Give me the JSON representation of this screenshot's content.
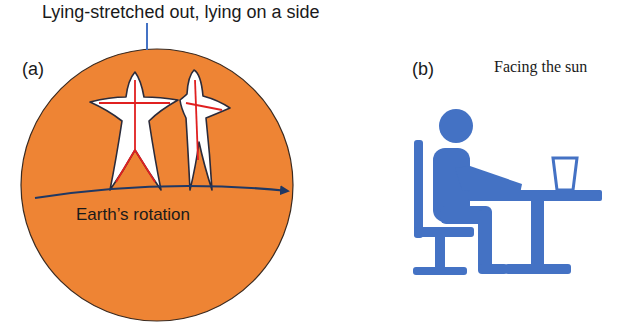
{
  "diagram": {
    "labels": [
      "Lying-stretched out, lying on a side",
      "(a)",
      "(b)",
      "Earth’s rotation",
      "Facing the sun"
    ]
  }
}
